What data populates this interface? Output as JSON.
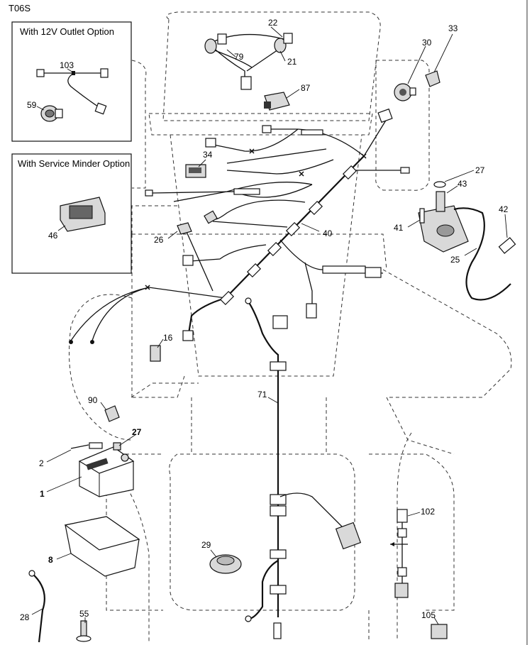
{
  "diagram_code": "T06S",
  "insets": {
    "outlet": {
      "title": "With 12V Outlet Option",
      "parts": [
        "103",
        "59"
      ]
    },
    "service": {
      "title": "With Service Minder Option",
      "parts": [
        "46"
      ]
    }
  },
  "callouts": {
    "p1": "1",
    "p2": "2",
    "p8": "8",
    "p16": "16",
    "p21": "21",
    "p22": "22",
    "p25": "25",
    "p26": "26",
    "p27a": "27",
    "p27b": "27",
    "p28": "28",
    "p29": "29",
    "p30": "30",
    "p33": "33",
    "p34": "34",
    "p40": "40",
    "p41": "41",
    "p42": "42",
    "p43": "43",
    "p46": "46",
    "p55": "55",
    "p59": "59",
    "p71": "71",
    "p79": "79",
    "p87": "87",
    "p90": "90",
    "p102": "102",
    "p103": "103",
    "p105": "105"
  }
}
